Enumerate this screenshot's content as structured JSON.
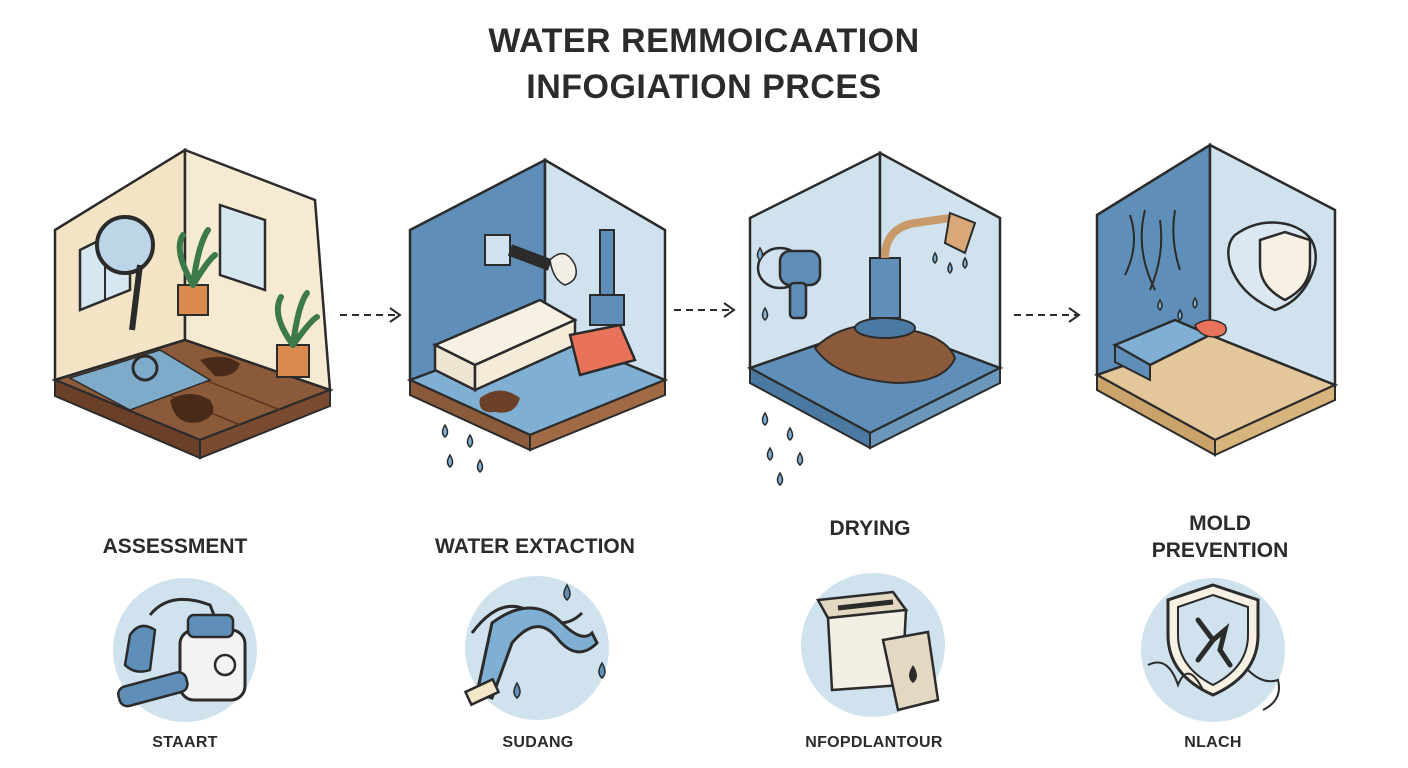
{
  "title": {
    "line1": "WATER REMMOICAATION",
    "line2": "INFOGIATION PRCES"
  },
  "colors": {
    "wall_blue": "#5f8fb8",
    "light_blue": "#cfe2ee",
    "wood_brown": "#8a5a3a",
    "cream": "#f4e6c8",
    "outline": "#2b2b2b",
    "accent_orange": "#e8725a"
  },
  "steps": [
    {
      "id": "assessment",
      "label_lines": [
        "ASSESSMENT"
      ],
      "sub_label": "STAART",
      "icon": "carpet-cleaner-icon"
    },
    {
      "id": "extraction",
      "label_lines": [
        "WATER EXTACTION"
      ],
      "sub_label": "SUDANG",
      "icon": "hose-icon"
    },
    {
      "id": "drying",
      "label_lines": [
        "DRYING"
      ],
      "sub_label": "NFOPDLANTOUR",
      "icon": "dehumidifier-icon"
    },
    {
      "id": "mold",
      "label_lines": [
        "MOLD",
        "PREVENTION"
      ],
      "sub_label": "NLACH",
      "icon": "shield-icon"
    }
  ]
}
